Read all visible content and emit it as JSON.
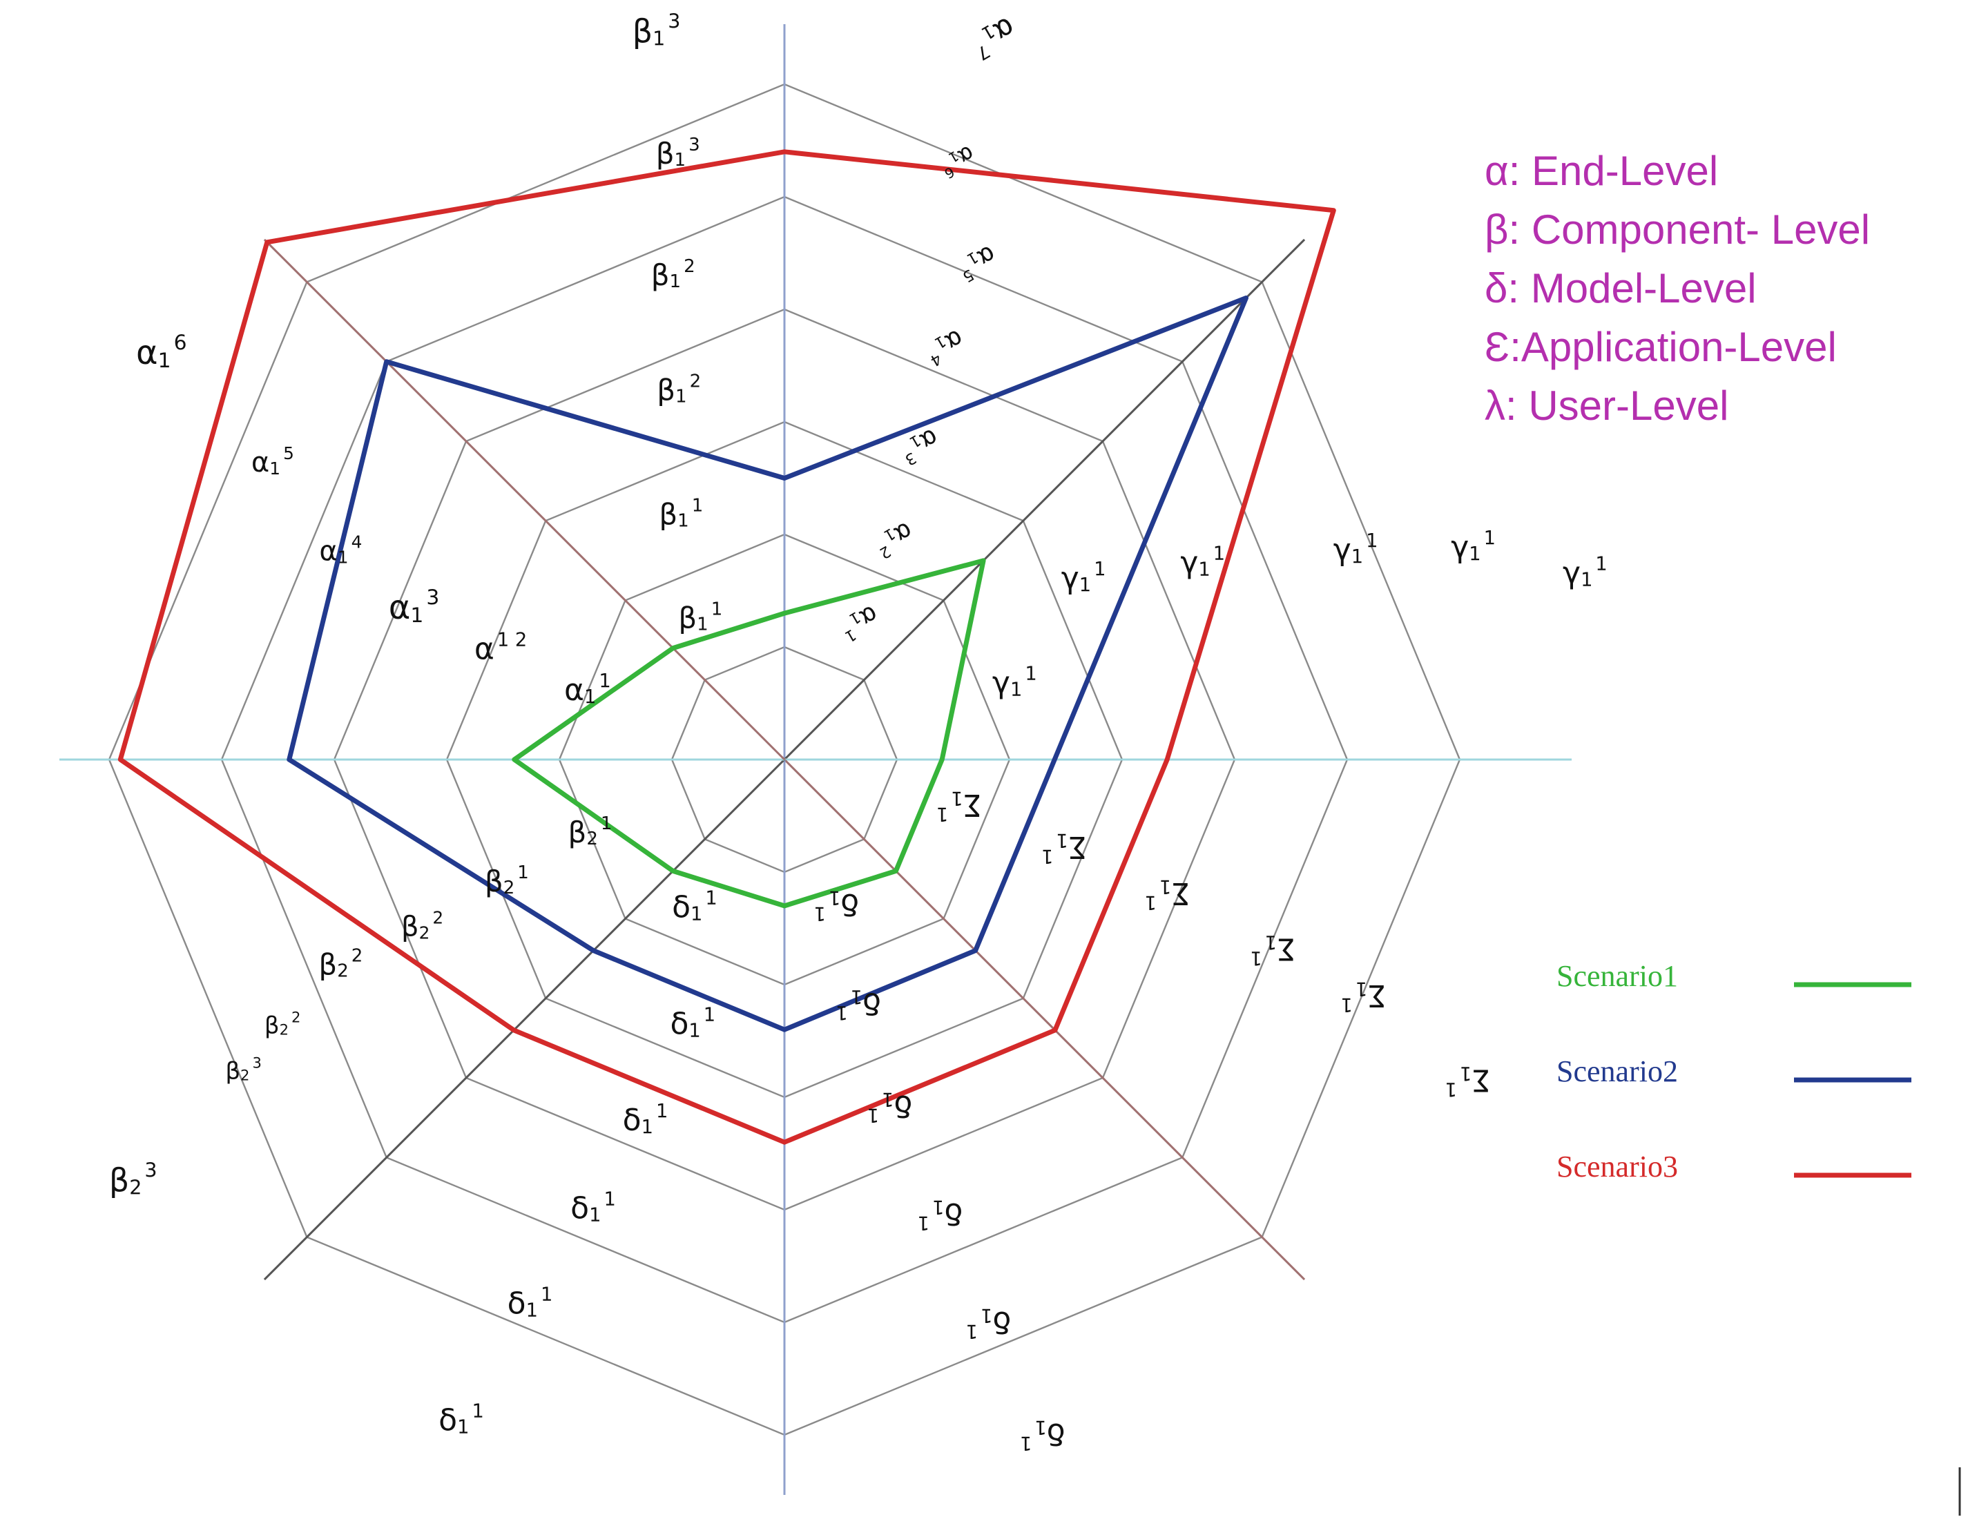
{
  "chart_data": {
    "type": "radar",
    "ring_count": 6,
    "axes": [
      {
        "id": "alpha_right",
        "angle_deg": 90,
        "color": "#8fa0cc"
      },
      {
        "id": "gamma",
        "angle_deg": 45,
        "color": "#555555"
      },
      {
        "id": "sigma",
        "angle_deg": 0,
        "color": "#9fd6de"
      },
      {
        "id": "delta_right",
        "angle_deg": -45,
        "color": "#a07070"
      },
      {
        "id": "delta_left",
        "angle_deg": -90,
        "color": "#8fa0cc"
      },
      {
        "id": "beta2",
        "angle_deg": -135,
        "color": "#555555"
      },
      {
        "id": "alpha_left",
        "angle_deg": 180,
        "color": "#9fd6de"
      },
      {
        "id": "beta1",
        "angle_deg": 135,
        "color": "#a07070"
      }
    ],
    "sector_labels": [
      {
        "id": "b13a",
        "base": "β",
        "sub": "1",
        "sup": "3",
        "angle_deg": 100,
        "r": 6.55,
        "rot": 0,
        "size": 46
      },
      {
        "id": "b13b",
        "base": "β",
        "sub": "1",
        "sup": "3",
        "angle_deg": 100,
        "r": 5.45,
        "rot": 0,
        "size": 42
      },
      {
        "id": "b12a",
        "base": "β",
        "sub": "1",
        "sup": "2",
        "angle_deg": 103,
        "r": 4.4,
        "rot": 0,
        "size": 42
      },
      {
        "id": "b12b",
        "base": "β",
        "sub": "1",
        "sup": "2",
        "angle_deg": 106,
        "r": 3.4,
        "rot": 0,
        "size": 42
      },
      {
        "id": "b11a",
        "base": "β",
        "sub": "1",
        "sup": "1",
        "angle_deg": 113,
        "r": 2.35,
        "rot": 0,
        "size": 42
      },
      {
        "id": "b11b",
        "base": "β",
        "sub": "1",
        "sup": "1",
        "angle_deg": 121,
        "r": 1.45,
        "rot": 0,
        "size": 42
      },
      {
        "id": "a17",
        "base": "α",
        "sub": "1",
        "sup": "7",
        "angle_deg": 74,
        "r": 6.7,
        "rot": 150,
        "size": 42
      },
      {
        "id": "a16r",
        "base": "α",
        "sub": "1",
        "sup": "6",
        "angle_deg": 74,
        "r": 5.55,
        "rot": 150,
        "size": 32
      },
      {
        "id": "a15r",
        "base": "α",
        "sub": "1",
        "sup": "5",
        "angle_deg": 69,
        "r": 4.75,
        "rot": 150,
        "size": 36
      },
      {
        "id": "a14r",
        "base": "α",
        "sub": "1",
        "sup": "4",
        "angle_deg": 69,
        "r": 3.95,
        "rot": 150,
        "size": 36
      },
      {
        "id": "a13r",
        "base": "α",
        "sub": "1",
        "sup": "3",
        "angle_deg": 67,
        "r": 3.05,
        "rot": 150,
        "size": 36
      },
      {
        "id": "a12r",
        "base": "α",
        "sub": "1",
        "sup": "2",
        "angle_deg": 64,
        "r": 2.2,
        "rot": 150,
        "size": 36
      },
      {
        "id": "a11r",
        "base": "α",
        "sub": "1",
        "sup": "1",
        "angle_deg": 62,
        "r": 1.4,
        "rot": 150,
        "size": 36
      },
      {
        "id": "g11a",
        "base": "γ",
        "sub": "1",
        "sup": "1",
        "angle_deg": 13,
        "r": 7.3,
        "rot": 0,
        "size": 44
      },
      {
        "id": "g11b",
        "base": "γ",
        "sub": "1",
        "sup": "1",
        "angle_deg": 17,
        "r": 6.4,
        "rot": 0,
        "size": 44
      },
      {
        "id": "g11c",
        "base": "γ",
        "sub": "1",
        "sup": "1",
        "angle_deg": 20,
        "r": 5.4,
        "rot": 0,
        "size": 44
      },
      {
        "id": "g11d",
        "base": "γ",
        "sub": "1",
        "sup": "1",
        "angle_deg": 25,
        "r": 4.1,
        "rot": 0,
        "size": 44
      },
      {
        "id": "g11e",
        "base": "γ",
        "sub": "1",
        "sup": "1",
        "angle_deg": 31,
        "r": 3.1,
        "rot": 0,
        "size": 44
      },
      {
        "id": "g11f",
        "base": "γ",
        "sub": "1",
        "sup": "1",
        "angle_deg": 18,
        "r": 2.15,
        "rot": 0,
        "size": 44
      },
      {
        "id": "e11a",
        "base": "Σ",
        "sub": "1",
        "sup": "1",
        "angle_deg": -14,
        "r": 1.6,
        "rot": 180,
        "size": 44
      },
      {
        "id": "e11b",
        "base": "Σ",
        "sub": "1",
        "sup": "1",
        "angle_deg": -17,
        "r": 2.6,
        "rot": 180,
        "size": 44
      },
      {
        "id": "e11c",
        "base": "Σ",
        "sub": "1",
        "sup": "1",
        "angle_deg": -19,
        "r": 3.6,
        "rot": 180,
        "size": 44
      },
      {
        "id": "e11d",
        "base": "Σ",
        "sub": "1",
        "sup": "1",
        "angle_deg": -21,
        "r": 4.65,
        "rot": 180,
        "size": 44
      },
      {
        "id": "e11e",
        "base": "Σ",
        "sub": "1",
        "sup": "1",
        "angle_deg": -22,
        "r": 5.55,
        "rot": 180,
        "size": 44
      },
      {
        "id": "e11f",
        "base": "Σ",
        "sub": "1",
        "sup": "1",
        "angle_deg": -25,
        "r": 6.7,
        "rot": 180,
        "size": 44
      },
      {
        "id": "dr1",
        "base": "δ",
        "sub": "1",
        "sup": "1",
        "angle_deg": -70,
        "r": 1.35,
        "rot": 180,
        "size": 44
      },
      {
        "id": "dr2",
        "base": "δ",
        "sub": "1",
        "sup": "1",
        "angle_deg": -73,
        "r": 2.25,
        "rot": 180,
        "size": 44
      },
      {
        "id": "dr3",
        "base": "δ",
        "sub": "1",
        "sup": "1",
        "angle_deg": -73,
        "r": 3.2,
        "rot": 180,
        "size": 44
      },
      {
        "id": "dr4",
        "base": "δ",
        "sub": "1",
        "sup": "1",
        "angle_deg": -71,
        "r": 4.25,
        "rot": 180,
        "size": 44
      },
      {
        "id": "dr5",
        "base": "δ",
        "sub": "1",
        "sup": "1",
        "angle_deg": -70,
        "r": 5.3,
        "rot": 180,
        "size": 44
      },
      {
        "id": "dr6",
        "base": "δ",
        "sub": "1",
        "sup": "1",
        "angle_deg": -69,
        "r": 6.4,
        "rot": 180,
        "size": 44
      },
      {
        "id": "dl1",
        "base": "δ",
        "sub": "1",
        "sup": "1",
        "angle_deg": -121,
        "r": 1.55,
        "rot": 0,
        "size": 44
      },
      {
        "id": "dl2",
        "base": "δ",
        "sub": "1",
        "sup": "1",
        "angle_deg": -109,
        "r": 2.5,
        "rot": 0,
        "size": 44
      },
      {
        "id": "dl3",
        "base": "δ",
        "sub": "1",
        "sup": "1",
        "angle_deg": -111,
        "r": 3.45,
        "rot": 0,
        "size": 44
      },
      {
        "id": "dl4",
        "base": "δ",
        "sub": "1",
        "sup": "1",
        "angle_deg": -113,
        "r": 4.35,
        "rot": 0,
        "size": 44
      },
      {
        "id": "dl5",
        "base": "δ",
        "sub": "1",
        "sup": "1",
        "angle_deg": -115,
        "r": 5.35,
        "rot": 0,
        "size": 44
      },
      {
        "id": "dl6",
        "base": "δ",
        "sub": "1",
        "sup": "1",
        "angle_deg": -116,
        "r": 6.55,
        "rot": 0,
        "size": 44
      },
      {
        "id": "b21a",
        "base": "β",
        "sub": "2",
        "sup": "1",
        "angle_deg": -159,
        "r": 1.85,
        "rot": 0,
        "size": 42
      },
      {
        "id": "b21b",
        "base": "β",
        "sub": "2",
        "sup": "1",
        "angle_deg": -156,
        "r": 2.7,
        "rot": 0,
        "size": 42
      },
      {
        "id": "b22a",
        "base": "β",
        "sub": "2",
        "sup": "2",
        "angle_deg": -155,
        "r": 3.55,
        "rot": 0,
        "size": 40
      },
      {
        "id": "b22b",
        "base": "β",
        "sub": "2",
        "sup": "2",
        "angle_deg": -155,
        "r": 4.35,
        "rot": 0,
        "size": 42
      },
      {
        "id": "b22c",
        "base": "β",
        "sub": "2",
        "sup": "2",
        "angle_deg": -152,
        "r": 5.05,
        "rot": 0,
        "size": 34
      },
      {
        "id": "b23a",
        "base": "β",
        "sub": "2",
        "sup": "3",
        "angle_deg": -150,
        "r": 5.55,
        "rot": 0,
        "size": 34
      },
      {
        "id": "b23b",
        "base": "β",
        "sub": "2",
        "sup": "3",
        "angle_deg": -147,
        "r": 6.9,
        "rot": 0,
        "size": 46
      },
      {
        "id": "a11",
        "base": "α",
        "sub": "1",
        "sup": "1",
        "angle_deg": 161,
        "r": 1.85,
        "rot": 0,
        "size": 44
      },
      {
        "id": "a12",
        "base": "α",
        "sub": "",
        "sup": "1 2",
        "angle_deg": 159,
        "r": 2.7,
        "rot": 0,
        "size": 44
      },
      {
        "id": "a13",
        "base": "α",
        "sub": "1",
        "sup": "3",
        "angle_deg": 158,
        "r": 3.55,
        "rot": 0,
        "size": 48
      },
      {
        "id": "a14",
        "base": "α",
        "sub": "1",
        "sup": "4",
        "angle_deg": 155,
        "r": 4.35,
        "rot": 0,
        "size": 40
      },
      {
        "id": "a15",
        "base": "α",
        "sub": "1",
        "sup": "5",
        "angle_deg": 150,
        "r": 5.25,
        "rot": 0,
        "size": 40
      },
      {
        "id": "a16",
        "base": "α",
        "sub": "1",
        "sup": "6",
        "angle_deg": 147,
        "r": 6.6,
        "rot": 0,
        "size": 48
      }
    ],
    "legend_top": [
      "α: End-Level",
      "β: Component- Level",
      "δ: Model-Level",
      "Ɛ:Application-Level",
      "λ: User-Level"
    ],
    "legend_top_color": "#b42fae",
    "legend_placement": "right",
    "series": [
      {
        "name": "Scenario1",
        "color": "#36b43a",
        "values": [
          1.3,
          2.5,
          1.4,
          1.4,
          1.3,
          1.4,
          2.4,
          1.4
        ]
      },
      {
        "name": "Scenario2",
        "color": "#223a8e",
        "values": [
          2.5,
          5.8,
          2.4,
          2.4,
          2.4,
          2.4,
          4.4,
          5.0
        ]
      },
      {
        "name": "Scenario3",
        "color": "#d42a2a",
        "values": [
          5.4,
          6.9,
          3.4,
          3.4,
          3.4,
          3.4,
          5.9,
          6.5
        ]
      }
    ]
  }
}
